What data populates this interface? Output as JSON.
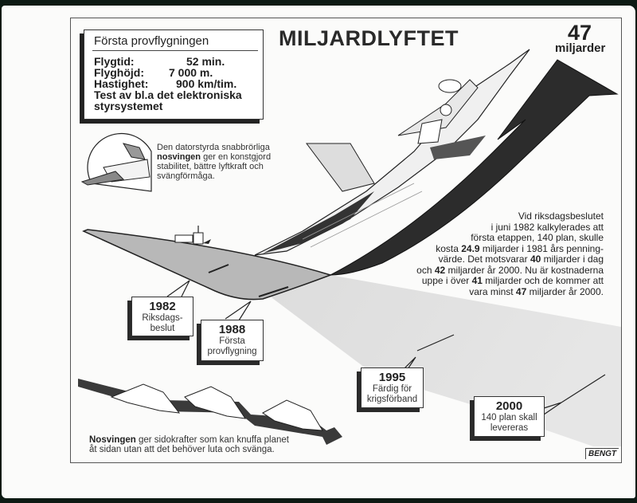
{
  "headline": "MILJARDLYFTET",
  "total_cost": {
    "value": "47",
    "unit": "miljarder"
  },
  "first_flight_box": {
    "title": "Första provflygningen",
    "rows": [
      {
        "label": "Flygtid:",
        "value": "52 min."
      },
      {
        "label": "Flyghöjd:",
        "value": "7 000 m."
      },
      {
        "label": "Hastighet:",
        "value": "900 km/tim."
      }
    ],
    "note_line1": "Test av bl.a det elektroniska",
    "note_line2": "styrsystemet"
  },
  "canard_caption": {
    "line1": "Den datorstyrda snabbrörliga",
    "bold": "nosvingen",
    "line2_rest": " ger en konstgjord",
    "line3": "stabilitet, bättre lyftkraft och",
    "line4": "svängförmåga."
  },
  "cost_paragraph": {
    "l1": "Vid riksdagsbeslutet",
    "l2": "i juni 1982 kalkylerades att",
    "l3": "första etappen, 140 plan, skulle",
    "l4a": "kosta ",
    "l4b": "24.9",
    "l4c": " miljarder i 1981 års penning-",
    "l5a": "värde. Det motsvarar ",
    "l5b": "40",
    "l5c": " miljarder i  dag",
    "l6a": "och ",
    "l6b": "42",
    "l6c": " miljarder år 2000. Nu är kostnaderna",
    "l7a": "uppe i över ",
    "l7b": "41",
    "l7c": " miljarder och de kommer att",
    "l8a": "vara minst ",
    "l8b": "47",
    "l8c": " miljarder år 2000."
  },
  "timeline": [
    {
      "year": "1982",
      "line1": "Riksdags-",
      "line2": "beslut"
    },
    {
      "year": "1988",
      "line1": "Första",
      "line2": "provflygning"
    },
    {
      "year": "1995",
      "line1": "Färdig för",
      "line2": "krigsförband"
    },
    {
      "year": "2000",
      "line1": "140 plan skall",
      "line2": "levereras"
    }
  ],
  "side_force_caption": {
    "bold": "Nosvingen",
    "line1_rest": " ger sidokrafter som kan knuffa planet",
    "line2": "åt sidan utan att det behöver luta och svänga."
  },
  "signature": "BENGT",
  "colors": {
    "ink": "#222222",
    "ribbon_light": "#b9b9b9",
    "ribbon_dark": "#2c2c2c",
    "paper": "#fbfbfa",
    "scan_border": "#0d1a14"
  }
}
